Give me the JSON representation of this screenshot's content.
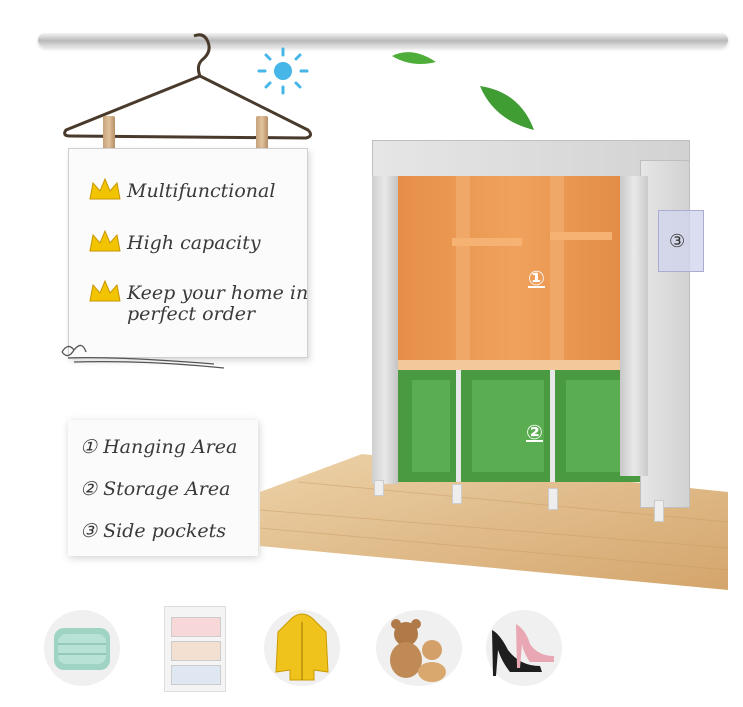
{
  "features": [
    {
      "text": "Multifunctional",
      "icon": "crown-icon"
    },
    {
      "text": "High capacity",
      "icon": "crown-icon"
    },
    {
      "text": "Keep your home in",
      "text2": "perfect order",
      "icon": "crown-icon"
    }
  ],
  "legend": [
    {
      "marker": "①",
      "text": "Hanging Area"
    },
    {
      "marker": "②",
      "text": "Storage Area"
    },
    {
      "marker": "③",
      "text": "Side pockets"
    }
  ],
  "wardrobe": {
    "hanging_marker": "①",
    "storage_marker": "②",
    "pocket_marker": "③"
  },
  "colors": {
    "hanging_area": "#e2924d",
    "storage_area": "#4a9a42",
    "frame": "#d9d9d9",
    "floor": "#e2bf8e",
    "sun": "#46b5e8",
    "leaf": "#4fae3a",
    "crown": "#f2c400"
  },
  "products": [
    {
      "name": "comforter-image"
    },
    {
      "name": "drawer-unit-image"
    },
    {
      "name": "yellow-jacket-image"
    },
    {
      "name": "stuffed-toys-image"
    },
    {
      "name": "high-heels-image"
    }
  ]
}
